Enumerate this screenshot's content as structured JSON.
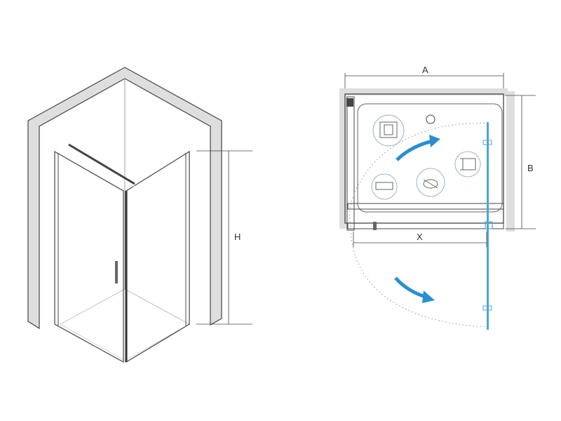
{
  "iso_view": {
    "height_label": "H"
  },
  "plan_view": {
    "width_label": "A",
    "depth_label": "B",
    "opening_label": "X"
  },
  "colors": {
    "line": "#444444",
    "wall_fill": "#dedede",
    "glass_door": "#4aa8d8",
    "arrow": "#2a8fd0",
    "icon_stroke": "#9bb4c8"
  },
  "icons": [
    "drain-icon",
    "hinge-icon",
    "bracket-icon",
    "wall-profile-icon",
    "handle-icon"
  ]
}
